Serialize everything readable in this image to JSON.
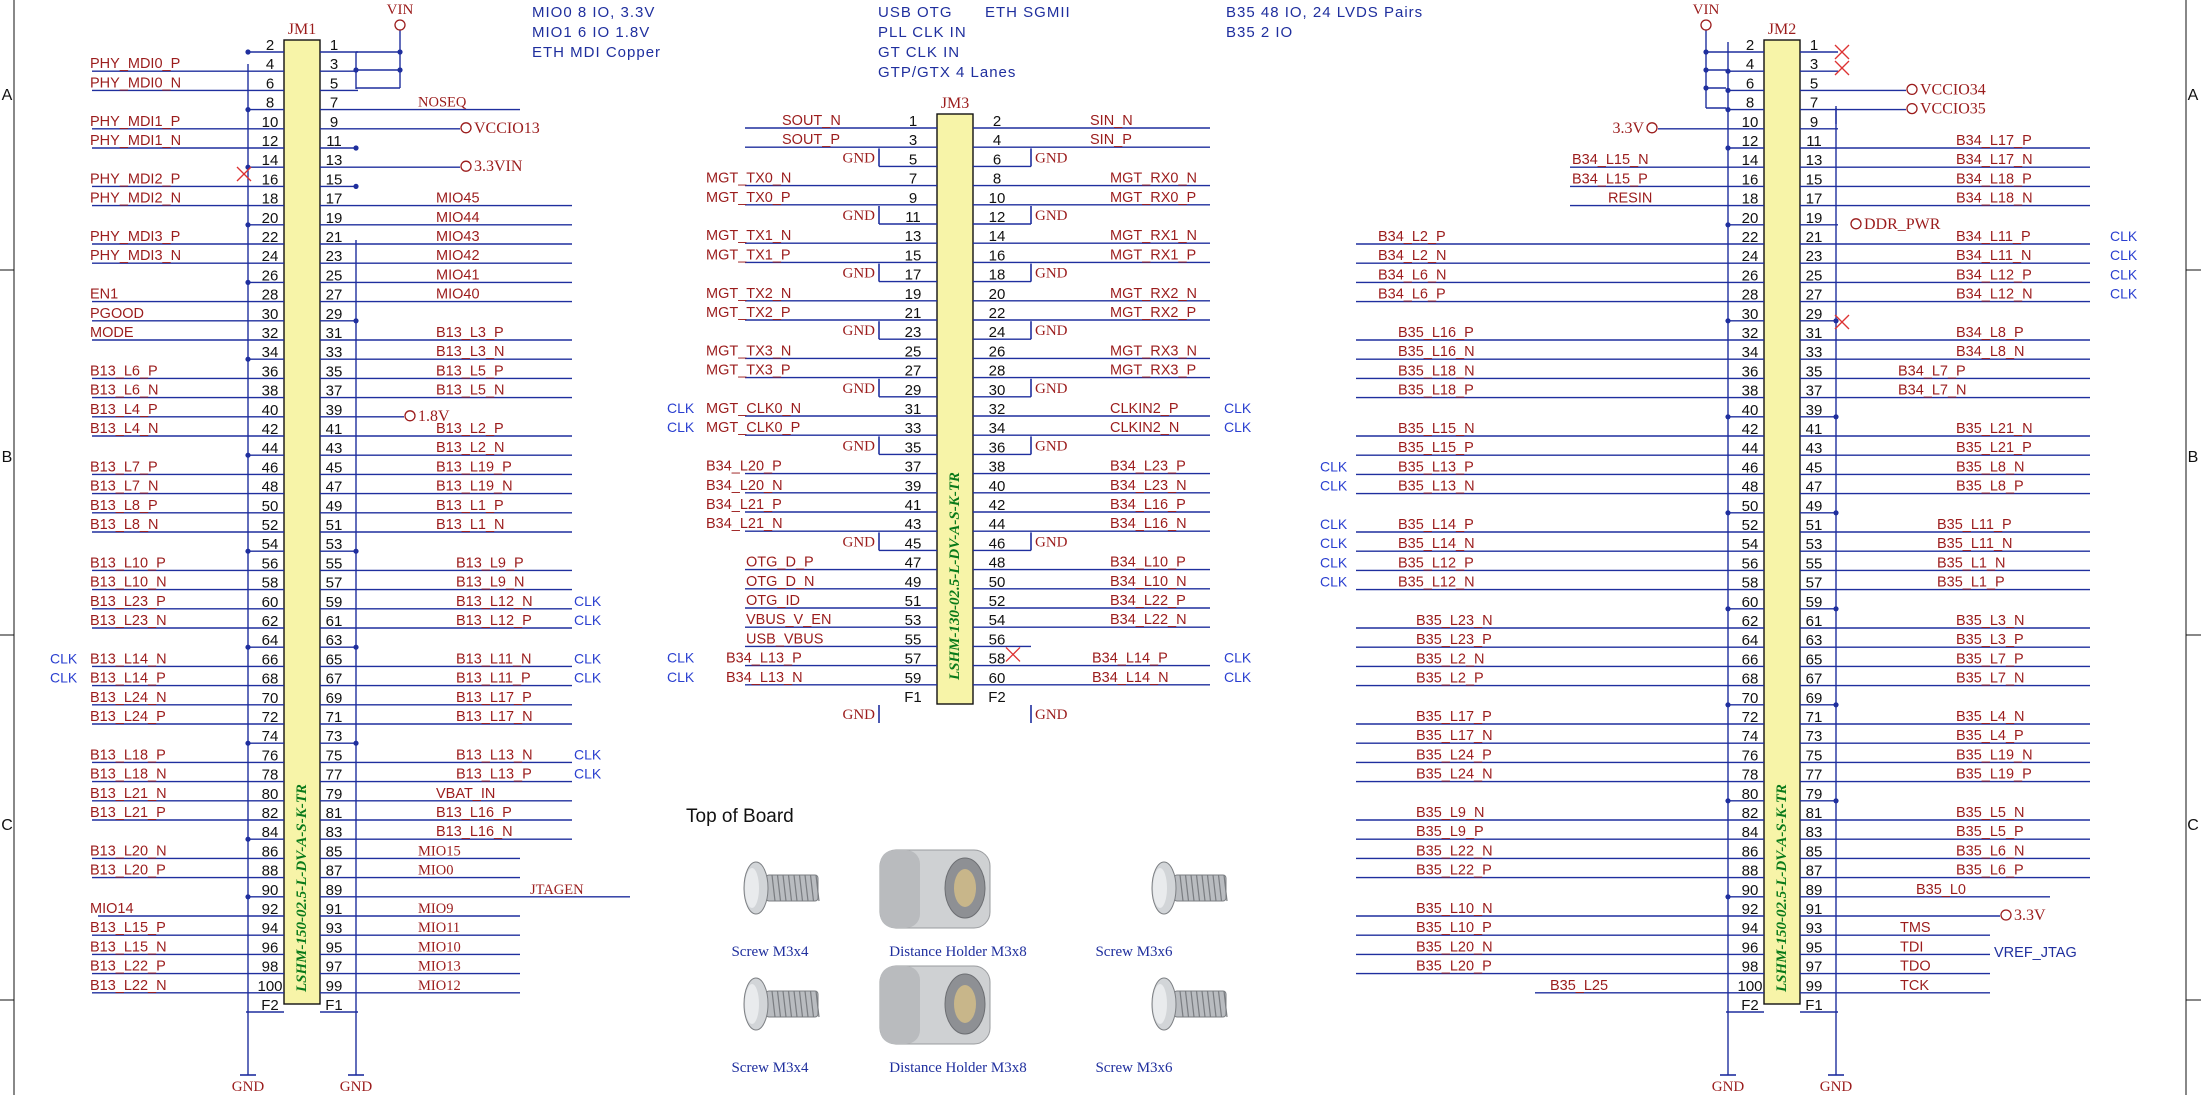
{
  "border": {
    "rows": [
      "A",
      "B",
      "C"
    ]
  },
  "notes": [
    {
      "id": "note-mio",
      "lines": [
        "MIO0 8 IO, 3.3V",
        "MIO1 6 IO 1.8V",
        "ETH MDI Copper"
      ]
    },
    {
      "id": "note-usb",
      "lines": [
        "USB OTG",
        "PLL CLK IN",
        "GT CLK IN",
        "GTP/GTX 4 Lanes"
      ]
    },
    {
      "id": "note-eth",
      "lines": [
        "ETH SGMII"
      ]
    },
    {
      "id": "note-b35",
      "lines": [
        "B35 48 IO, 24 LVDS Pairs",
        "B35 2 IO"
      ]
    }
  ],
  "common": {
    "vin": "VIN",
    "gnd": "GND",
    "clk": "CLK"
  },
  "jm1": {
    "title": "JM1",
    "part": "LSHM-150-02.5-L-DV-A-S-K-TR",
    "left_nets": {
      "2": "",
      "4": "PHY_MDI0_P",
      "6": "PHY_MDI0_N",
      "8": "",
      "10": "PHY_MDI1_P",
      "12": "PHY_MDI1_N",
      "14": "",
      "16": "PHY_MDI2_P",
      "18": "PHY_MDI2_N",
      "20": "",
      "22": "PHY_MDI3_P",
      "24": "PHY_MDI3_N",
      "26": "",
      "28": "EN1",
      "30": "PGOOD",
      "32": "MODE",
      "34": "",
      "36": "B13_L6_P",
      "38": "B13_L6_N",
      "40": "B13_L4_P",
      "42": "B13_L4_N",
      "44": "",
      "46": "B13_L7_P",
      "48": "B13_L7_N",
      "50": "B13_L8_P",
      "52": "B13_L8_N",
      "54": "",
      "56": "B13_L10_P",
      "58": "B13_L10_N",
      "60": "B13_L23_P",
      "62": "B13_L23_N",
      "64": "",
      "66": "B13_L14_N",
      "68": "B13_L14_P",
      "70": "B13_L24_N",
      "72": "B13_L24_P",
      "74": "",
      "76": "B13_L18_P",
      "78": "B13_L18_N",
      "80": "B13_L21_N",
      "82": "B13_L21_P",
      "84": "",
      "86": "B13_L20_N",
      "88": "B13_L20_P",
      "90": "",
      "92": "MIO14",
      "94": "B13_L15_P",
      "96": "B13_L15_N",
      "98": "B13_L22_P",
      "100": "B13_L22_N"
    },
    "right_nets": {
      "1": "",
      "3": "",
      "5": "",
      "7": "NOSEQ",
      "9": "VCCIO13",
      "11": "",
      "13": "3.3VIN",
      "15": "",
      "17": "MIO45",
      "19": "MIO44",
      "21": "MIO43",
      "23": "MIO42",
      "25": "MIO41",
      "27": "MIO40",
      "29": "",
      "31": "B13_L3_P",
      "33": "B13_L3_N",
      "35": "B13_L5_P",
      "37": "B13_L5_N",
      "39": "1.8V",
      "41": "B13_L2_P",
      "43": "B13_L2_N",
      "45": "B13_L19_P",
      "47": "B13_L19_N",
      "49": "B13_L1_P",
      "51": "B13_L1_N",
      "53": "",
      "55": "B13_L9_P",
      "57": "B13_L9_N",
      "59": "B13_L12_N",
      "61": "B13_L12_P",
      "63": "",
      "65": "B13_L11_N",
      "67": "B13_L11_P",
      "69": "B13_L17_P",
      "71": "B13_L17_N",
      "73": "",
      "75": "B13_L13_N",
      "77": "B13_L13_P",
      "79": "VBAT_IN",
      "81": "B13_L16_P",
      "83": "B13_L16_N",
      "85": "MIO15",
      "87": "MIO0",
      "89": "JTAGEN",
      "91": "MIO9",
      "93": "MIO11",
      "95": "MIO10",
      "97": "MIO13",
      "99": "MIO12"
    }
  },
  "jm2": {
    "title": "JM2",
    "part": "LSHM-150-02.5-L-DV-A-S-K-TR",
    "left_nets": {
      "2": "",
      "4": "",
      "6": "",
      "8": "",
      "10": "3.3V",
      "12": "",
      "14": "B34_L15_N",
      "16": "B34_L15_P",
      "18": "RESIN",
      "20": "",
      "22": "B34_L2_P",
      "24": "B34_L2_N",
      "26": "B34_L6_N",
      "28": "B34_L6_P",
      "30": "",
      "32": "B35_L16_P",
      "34": "B35_L16_N",
      "36": "B35_L18_N",
      "38": "B35_L18_P",
      "40": "",
      "42": "B35_L15_N",
      "44": "B35_L15_P",
      "46": "B35_L13_P",
      "48": "B35_L13_N",
      "50": "",
      "52": "B35_L14_P",
      "54": "B35_L14_N",
      "56": "B35_L12_P",
      "58": "B35_L12_N",
      "60": "",
      "62": "B35_L23_N",
      "64": "B35_L23_P",
      "66": "B35_L2_N",
      "68": "B35_L2_P",
      "70": "",
      "72": "B35_L17_P",
      "74": "B35_L17_N",
      "76": "B35_L24_P",
      "78": "B35_L24_N",
      "80": "",
      "82": "B35_L9_N",
      "84": "B35_L9_P",
      "86": "B35_L22_N",
      "88": "B35_L22_P",
      "90": "",
      "92": "B35_L10_N",
      "94": "B35_L10_P",
      "96": "B35_L20_N",
      "98": "B35_L20_P",
      "100": "B35_L25"
    },
    "right_nets": {
      "1": "",
      "3": "",
      "5": "VCCIO34",
      "7": "VCCIO35",
      "9": "",
      "11": "B34_L17_P",
      "13": "B34_L17_N",
      "15": "B34_L18_P",
      "17": "B34_L18_N",
      "19": "DDR_PWR",
      "21": "B34_L11_P",
      "23": "B34_L11_N",
      "25": "B34_L12_P",
      "27": "B34_L12_N",
      "29": "",
      "31": "B34_L8_P",
      "33": "B34_L8_N",
      "35": "B34_L7_P",
      "37": "B34_L7_N",
      "39": "",
      "41": "B35_L21_N",
      "43": "B35_L21_P",
      "45": "B35_L8_N",
      "47": "B35_L8_P",
      "49": "",
      "51": "B35_L11_P",
      "53": "B35_L11_N",
      "55": "B35_L1_N",
      "57": "B35_L1_P",
      "59": "",
      "61": "B35_L3_N",
      "63": "B35_L3_P",
      "65": "B35_L7_P",
      "67": "B35_L7_N",
      "69": "",
      "71": "B35_L4_N",
      "73": "B35_L4_P",
      "75": "B35_L19_N",
      "77": "B35_L19_P",
      "79": "",
      "81": "B35_L5_N",
      "83": "B35_L5_P",
      "85": "B35_L6_N",
      "87": "B35_L6_P",
      "89": "B35_L0",
      "91": "3.3V",
      "93": "TMS",
      "95": "TDI",
      "97": "TDO",
      "99": "TCK"
    },
    "vref_label": "VREF_JTAG"
  },
  "jm3": {
    "title": "JM3",
    "part": "LSHM-130-02.5-L-DV-A-S-K-TR",
    "left_nets": {
      "1": "SOUT_N",
      "3": "SOUT_P",
      "5": "GND",
      "7": "MGT_TX0_N",
      "9": "MGT_TX0_P",
      "11": "GND",
      "13": "MGT_TX1_N",
      "15": "MGT_TX1_P",
      "17": "GND",
      "19": "MGT_TX2_N",
      "21": "MGT_TX2_P",
      "23": "GND",
      "25": "MGT_TX3_N",
      "27": "MGT_TX3_P",
      "29": "GND",
      "31": "MGT_CLK0_N",
      "33": "MGT_CLK0_P",
      "35": "GND",
      "37": "B34_L20_P",
      "39": "B34_L20_N",
      "41": "B34_L21_P",
      "43": "B34_L21_N",
      "45": "GND",
      "47": "OTG_D_P",
      "49": "OTG_D_N",
      "51": "OTG_ID",
      "53": "VBUS_V_EN",
      "55": "USB_VBUS",
      "57": "B34_L13_P",
      "59": "B34_L13_N"
    },
    "right_nets": {
      "2": "SIN_N",
      "4": "SIN_P",
      "6": "GND",
      "8": "MGT_RX0_N",
      "10": "MGT_RX0_P",
      "12": "GND",
      "14": "MGT_RX1_N",
      "16": "MGT_RX1_P",
      "18": "GND",
      "20": "MGT_RX2_N",
      "22": "MGT_RX2_P",
      "24": "GND",
      "26": "MGT_RX3_N",
      "28": "MGT_RX3_P",
      "30": "GND",
      "32": "CLKIN2_P",
      "34": "CLKIN2_N",
      "36": "GND",
      "38": "B34_L23_P",
      "40": "B34_L23_N",
      "42": "B34_L16_P",
      "44": "B34_L16_N",
      "46": "GND",
      "48": "B34_L10_P",
      "50": "B34_L10_N",
      "52": "B34_L22_P",
      "54": "B34_L22_N",
      "56": "",
      "58": "B34_L14_P",
      "60": "B34_L14_N"
    }
  },
  "board": {
    "title": "Top of Board",
    "items": [
      "Screw M3x4",
      "Distance Holder M3x8",
      "Screw M3x6",
      "Screw M3x4",
      "Distance Holder M3x8",
      "Screw M3x6"
    ]
  }
}
